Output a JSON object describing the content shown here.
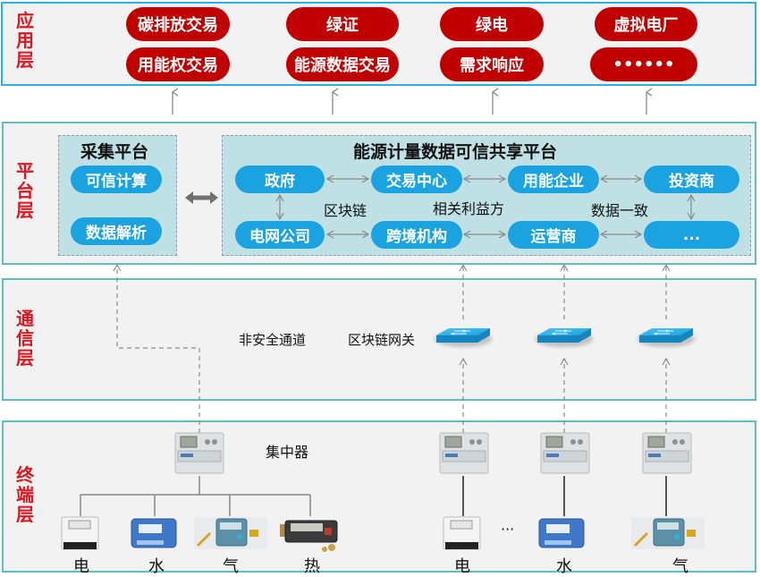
{
  "layers": {
    "application": {
      "label": "应用层",
      "items": [
        "碳排放交易",
        "绿证",
        "绿电",
        "虚拟电厂",
        "用能权交易",
        "能源数据交易",
        "需求响应",
        "••••••"
      ]
    },
    "platform": {
      "label": "平台层",
      "collection_platform": {
        "title": "采集平台",
        "items": [
          "可信计算",
          "数据解析"
        ]
      },
      "sharing_platform": {
        "title": "能源计量数据可信共享平台",
        "row1": [
          "政府",
          "交易中心",
          "用能企业",
          "投资商"
        ],
        "row2": [
          "电网公司",
          "跨境机构",
          "运营商",
          "..."
        ],
        "notes": [
          "区块链",
          "相关利益方",
          "数据一致"
        ]
      }
    },
    "communication": {
      "label": "通信层",
      "insecure_channel": "非安全通道",
      "gateway_label": "区块链网关"
    },
    "terminal": {
      "label": "终端层",
      "concentrator_label": "集中器",
      "devices_left": [
        "电",
        "水",
        "气",
        "热"
      ],
      "devices_right": [
        "电",
        "水",
        "气"
      ],
      "ellipsis": "···"
    }
  },
  "colors": {
    "app_pill": "#c00000",
    "platform_pill": "#1aa3e0",
    "layer_label": "#e0141e",
    "gateway": "#29a9e1"
  }
}
